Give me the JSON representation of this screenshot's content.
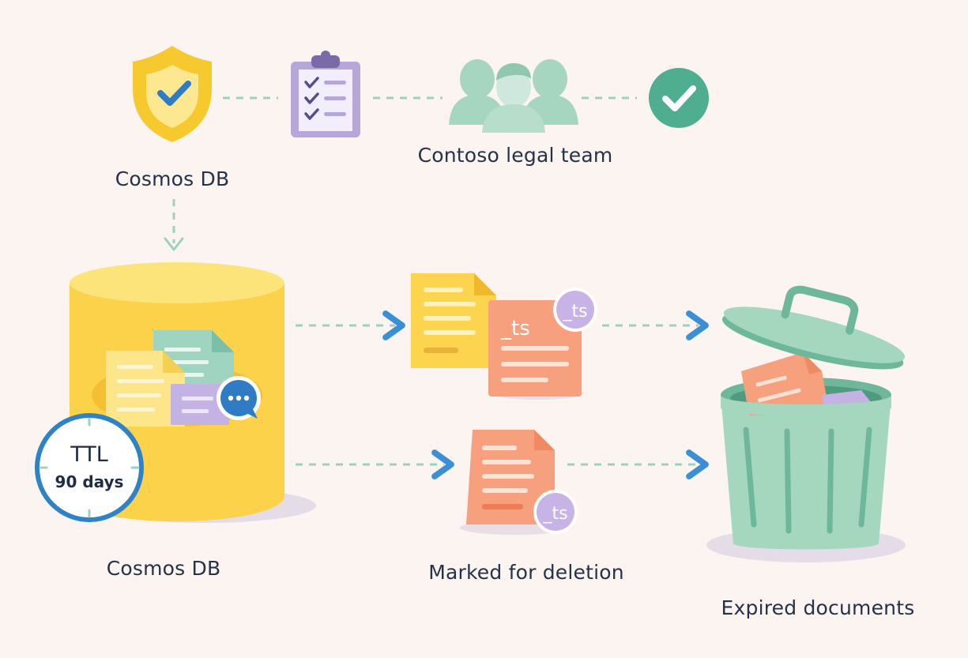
{
  "labels": {
    "top_db": "Cosmos DB",
    "legal_team": "Contoso legal team",
    "bottom_db": "Cosmos DB",
    "marked": "Marked for deletion",
    "expired": "Expired documents"
  },
  "ttl": {
    "title": "TTL",
    "value": "90 days"
  },
  "timestamp_badges": [
    "_ts",
    "_ts",
    "_ts"
  ],
  "colors": {
    "background": "#fbf4f0",
    "dashed_line": "#9fd0bf",
    "arrow": "#3a8fd6",
    "database": "#fbd24a",
    "shield": "#f6c92f",
    "checklist": "#b7a6da",
    "people": "#a6d5c0",
    "check_circle": "#4fae90",
    "doc_yellow": "#fcd44e",
    "doc_orange": "#f7a07e",
    "doc_green": "#9fd4c1",
    "doc_purple": "#c4b2e4",
    "ts_badge": "#c7b3e6",
    "trash": "#a4d7bd",
    "ttl_ring": "#2e82c6"
  },
  "icons": [
    "shield-check-icon",
    "checklist-icon",
    "people-group-icon",
    "check-circle-icon",
    "database-icon",
    "document-icon",
    "chat-bubble-icon",
    "trash-can-icon"
  ]
}
